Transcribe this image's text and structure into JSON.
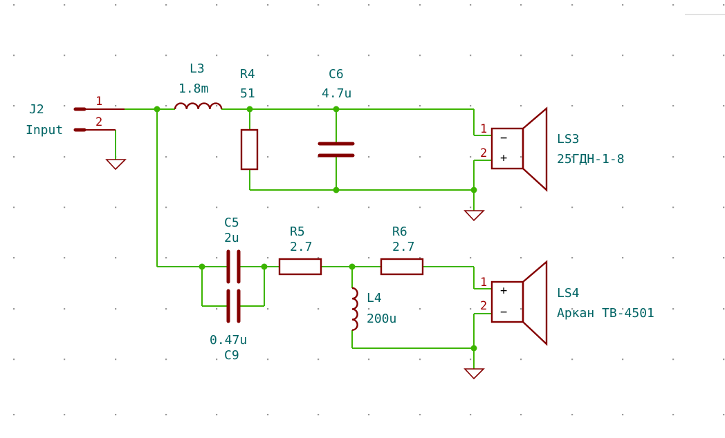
{
  "colors": {
    "wire": "#3cb400",
    "component": "#840000",
    "label": "#006464",
    "pin_number": "#a00000",
    "background": "#ffffff"
  },
  "connector": {
    "ref": "J2",
    "value": "Input",
    "pins": [
      "1",
      "2"
    ]
  },
  "components": {
    "L3": {
      "ref": "L3",
      "value": "1.8m"
    },
    "R4": {
      "ref": "R4",
      "value": "51"
    },
    "C6": {
      "ref": "C6",
      "value": "4.7u"
    },
    "C5": {
      "ref": "C5",
      "value": "2u"
    },
    "C9": {
      "ref": "C9",
      "value": "0.47u"
    },
    "R5": {
      "ref": "R5",
      "value": "2.7"
    },
    "R6": {
      "ref": "R6",
      "value": "2.7"
    },
    "L4": {
      "ref": "L4",
      "value": "200u"
    }
  },
  "speakers": {
    "LS3": {
      "ref": "LS3",
      "value": "25ГДН-1-8",
      "pins": [
        "1",
        "2"
      ],
      "signs": [
        "−",
        "+"
      ]
    },
    "LS4": {
      "ref": "LS4",
      "value": "Аркан ТВ-4501",
      "pins": [
        "1",
        "2"
      ],
      "signs": [
        "+",
        "−"
      ]
    }
  }
}
